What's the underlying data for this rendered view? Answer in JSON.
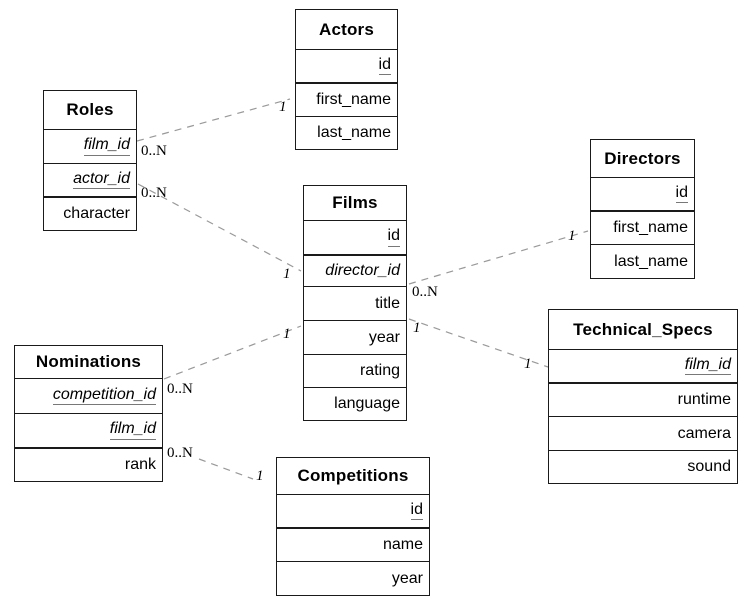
{
  "diagram": {
    "kind": "entity-relationship-diagram",
    "colors": {
      "background": "#ffffff",
      "table_border": "#1a1a1a",
      "relationship_line": "#999999",
      "primary_key_underline": "#787878",
      "text": "#000000"
    }
  },
  "tables": [
    {
      "title": "Actors",
      "rows": [
        {
          "label": "id",
          "role": "primary-key"
        },
        {
          "label": "first_name",
          "role": "attribute"
        },
        {
          "label": "last_name",
          "role": "attribute"
        }
      ]
    },
    {
      "title": "Roles",
      "rows": [
        {
          "label": "film_id",
          "role": "primary-foreign-key"
        },
        {
          "label": "actor_id",
          "role": "primary-foreign-key"
        },
        {
          "label": "character",
          "role": "attribute"
        }
      ]
    },
    {
      "title": "Films",
      "rows": [
        {
          "label": "id",
          "role": "primary-key"
        },
        {
          "label": "director_id",
          "role": "foreign-key"
        },
        {
          "label": "title",
          "role": "attribute"
        },
        {
          "label": "year",
          "role": "attribute"
        },
        {
          "label": "rating",
          "role": "attribute"
        },
        {
          "label": "language",
          "role": "attribute"
        }
      ]
    },
    {
      "title": "Directors",
      "rows": [
        {
          "label": "id",
          "role": "primary-key"
        },
        {
          "label": "first_name",
          "role": "attribute"
        },
        {
          "label": "last_name",
          "role": "attribute"
        }
      ]
    },
    {
      "title": "Nominations",
      "rows": [
        {
          "label": "competition_id",
          "role": "primary-foreign-key"
        },
        {
          "label": "film_id",
          "role": "primary-foreign-key"
        },
        {
          "label": "rank",
          "role": "attribute"
        }
      ]
    },
    {
      "title": "Technical_Specs",
      "rows": [
        {
          "label": "film_id",
          "role": "primary-foreign-key"
        },
        {
          "label": "runtime",
          "role": "attribute"
        },
        {
          "label": "camera",
          "role": "attribute"
        },
        {
          "label": "sound",
          "role": "attribute"
        }
      ]
    },
    {
      "title": "Competitions",
      "rows": [
        {
          "label": "id",
          "role": "primary-key"
        },
        {
          "label": "name",
          "role": "attribute"
        },
        {
          "label": "year",
          "role": "attribute"
        }
      ]
    }
  ],
  "relationships": [
    {
      "from_table": "Roles",
      "from_card": "0..N",
      "to_table": "Actors",
      "to_card": "1"
    },
    {
      "from_table": "Roles",
      "from_card": "0..N",
      "to_table": "Films",
      "to_card": "1"
    },
    {
      "from_table": "Nominations",
      "from_card": "0..N",
      "to_table": "Films",
      "to_card": "1"
    },
    {
      "from_table": "Films",
      "from_card": "0..N",
      "to_table": "Directors",
      "to_card": "1"
    },
    {
      "from_table": "Films",
      "from_card": "1",
      "to_table": "Technical_Specs",
      "to_card": "1"
    },
    {
      "from_table": "Nominations",
      "from_card": "0..N",
      "to_table": "Competitions",
      "to_card": "1"
    }
  ]
}
